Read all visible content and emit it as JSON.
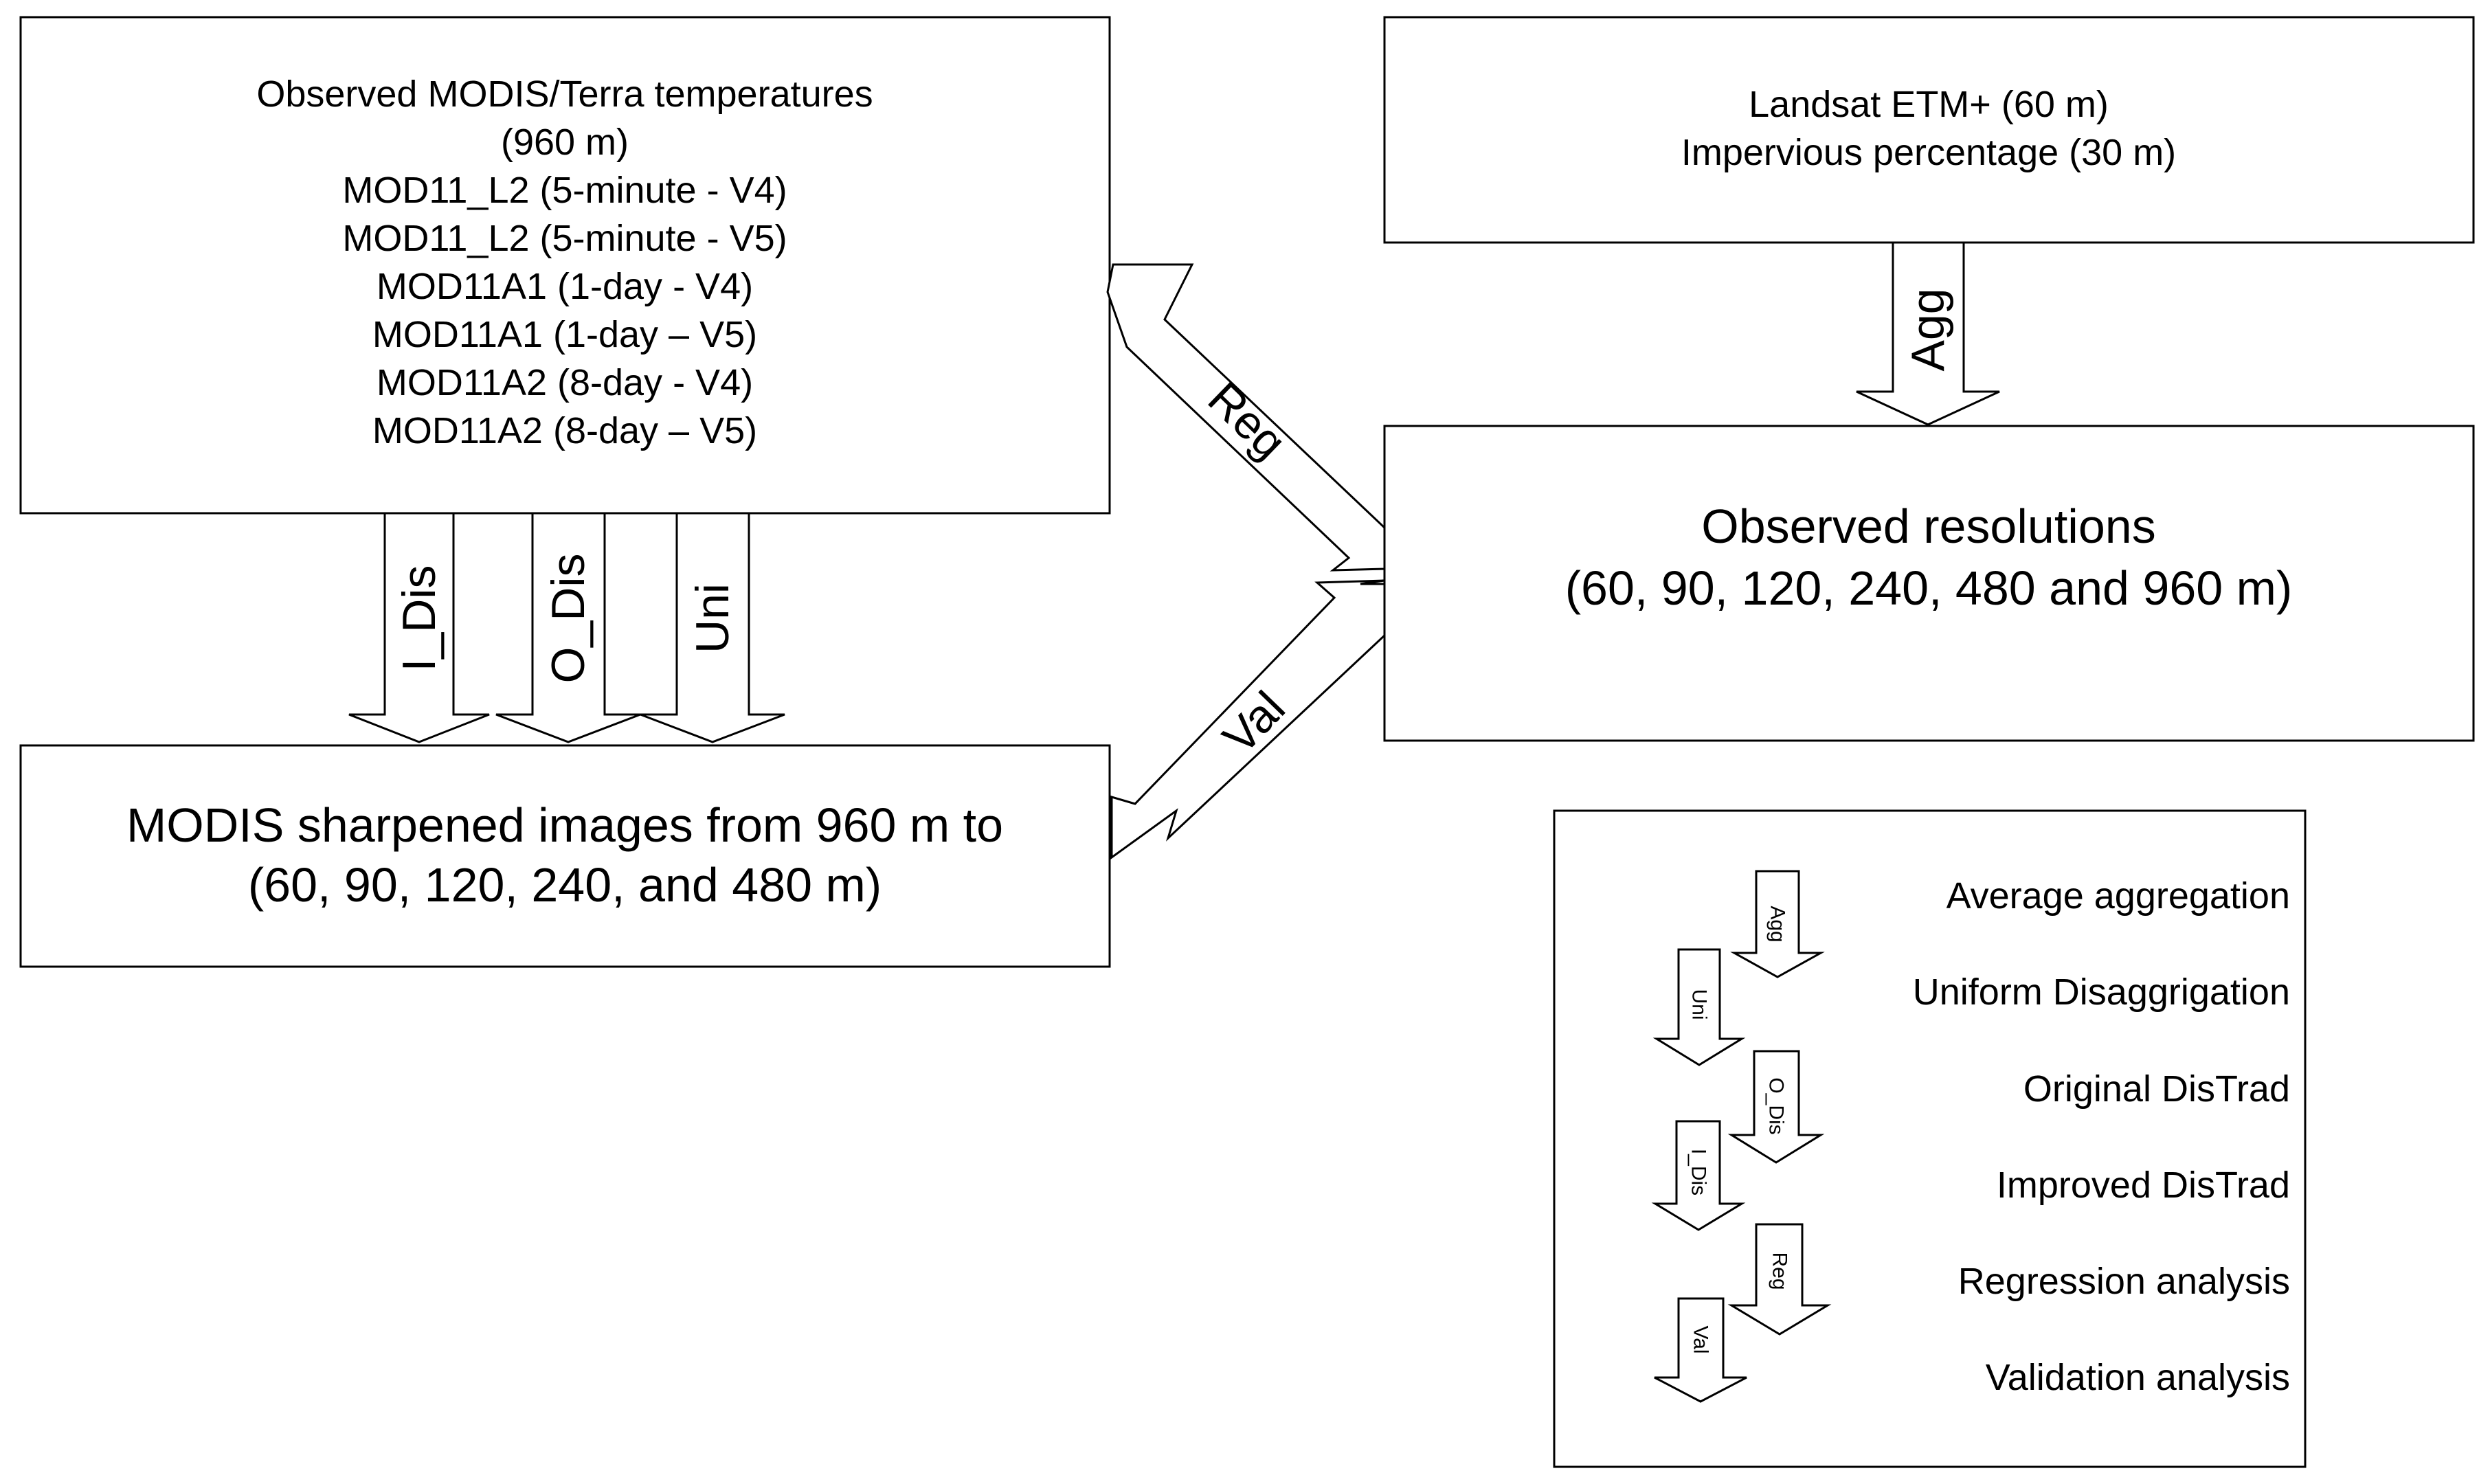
{
  "modis_box": {
    "lines": [
      "Observed MODIS/Terra temperatures",
      "(960 m)",
      "MOD11_L2 (5-minute - V4)",
      "MOD11_L2 (5-minute - V5)",
      "MOD11A1 (1-day - V4)",
      "MOD11A1 (1-day – V5)",
      "MOD11A2 (8-day - V4)",
      "MOD11A2 (8-day – V5)"
    ]
  },
  "landsat_box": {
    "lines": [
      "Landsat ETM+ (60 m)",
      "Impervious percentage (30 m)"
    ]
  },
  "observed_box": {
    "lines": [
      "Observed resolutions",
      "(60, 90, 120, 240, 480 and 960 m)"
    ]
  },
  "sharpened_box": {
    "lines": [
      "MODIS sharpened images from 960 m to",
      "(60, 90, 120, 240, and 480 m)"
    ]
  },
  "arrows": {
    "i_dis": "I_Dis",
    "o_dis": "O_Dis",
    "uni": "Uni",
    "agg": "Agg",
    "reg": "Reg",
    "val": "Val"
  },
  "legend": {
    "items": [
      {
        "code": "Agg",
        "label": "Average aggregation"
      },
      {
        "code": "Uni",
        "label": "Uniform Disaggrigation"
      },
      {
        "code": "O_Dis",
        "label": "Original DisTrad"
      },
      {
        "code": "I_Dis",
        "label": "Improved DisTrad"
      },
      {
        "code": "Reg",
        "label": "Regression analysis"
      },
      {
        "code": "Val",
        "label": "Validation analysis"
      }
    ]
  }
}
